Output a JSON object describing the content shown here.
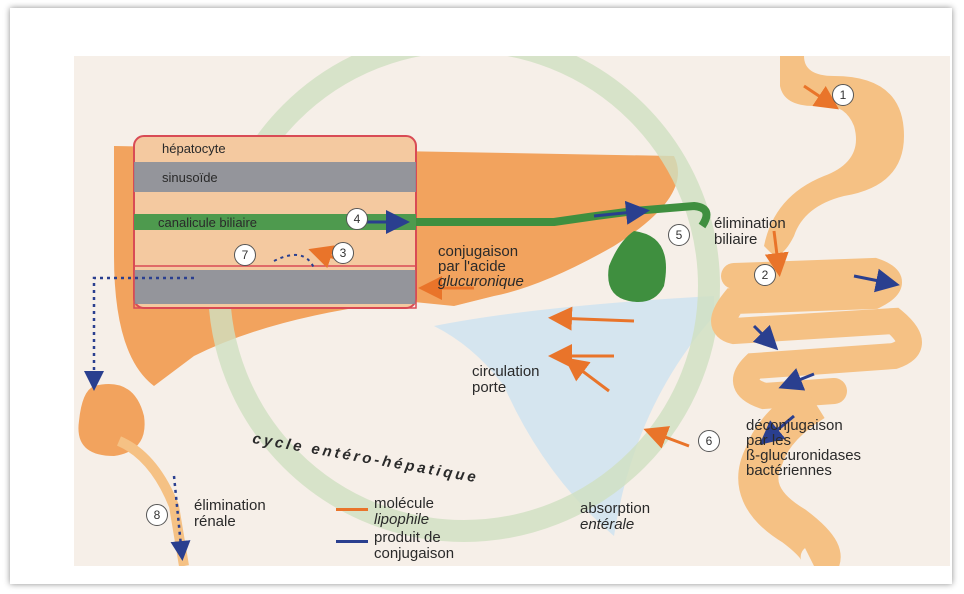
{
  "labels": {
    "hepatocyte": "hépatocyte",
    "sinusoide": "sinusoïde",
    "canalicule": "canalicule biliaire",
    "conjugaison_l1": "conjugaison",
    "conjugaison_l2": "par l'acide",
    "conjugaison_l3": "glucuronique",
    "elimination_biliaire_l1": "élimination",
    "elimination_biliaire_l2": "biliaire",
    "circulation_l1": "circulation",
    "circulation_l2": "porte",
    "cycle": "cycle entéro-hépatique",
    "deconj_l1": "déconjugaison",
    "deconj_l2": "par les",
    "deconj_l3": "ß-glucuronidases",
    "deconj_l4": "bactériennes",
    "absorption_l1": "absorption",
    "absorption_l2": "entérale",
    "renale_l1": "élimination",
    "renale_l2": "rénale",
    "legend_molecule_l1": "molécule",
    "legend_molecule_l2": "lipophile",
    "legend_produit_l1": "produit de",
    "legend_produit_l2": "conjugaison"
  },
  "steps": [
    "1",
    "2",
    "3",
    "4",
    "5",
    "6",
    "7",
    "8"
  ],
  "colors": {
    "lipophile_arrow": "#e9742a",
    "conjugate_arrow": "#2a3f8f",
    "liver": "#f2a35e",
    "bile": "#3f8f3f",
    "portal": "#cfe3f0",
    "intestine": "#f5c184"
  }
}
